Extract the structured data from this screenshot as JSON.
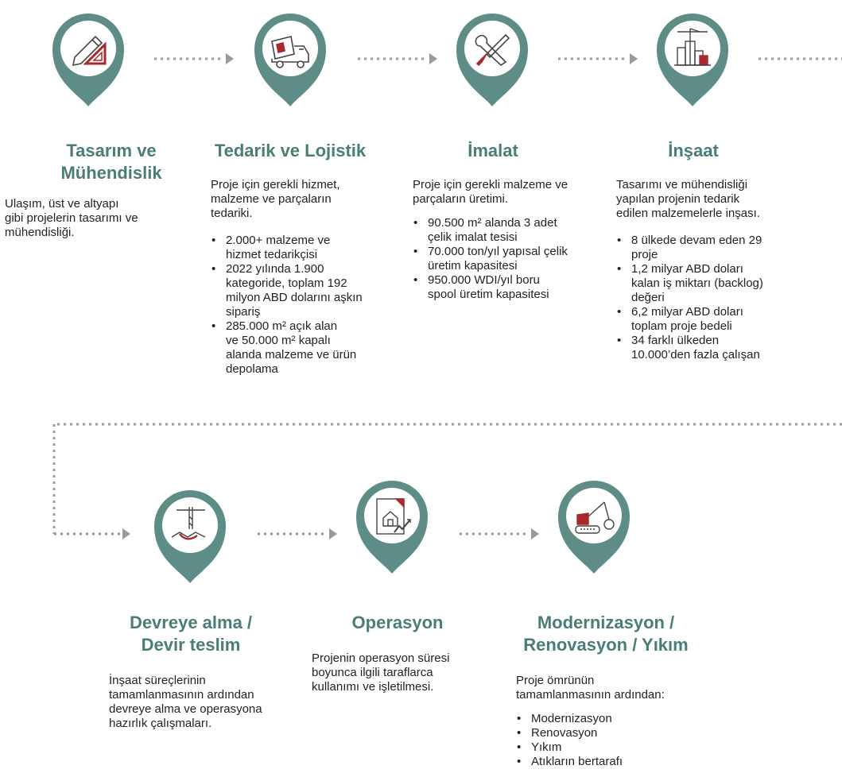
{
  "colors": {
    "teal": "#5e8c86",
    "title": "#4b7d77",
    "accent": "#a92a2c",
    "dots": "#9a9a9a"
  },
  "steps": [
    {
      "title_line1": "Tasarım ve",
      "title_line2": "Mühendislik",
      "icon": "drafting-tools-icon",
      "desc_lines": [
        "Ulaşım, üst ve altyapı",
        "gibi projelerin tasarımı ve",
        "mühendisliği."
      ],
      "bullets": []
    },
    {
      "title_line1": "Tedarik ve Lojistik",
      "title_line2": "",
      "icon": "concrete-mixer-icon",
      "desc_lines": [
        "Proje için gerekli hizmet,",
        "malzeme ve parçaların",
        "tedariki."
      ],
      "bullets": [
        [
          "2.000+ malzeme ve",
          "hizmet tedarikçisi"
        ],
        [
          "2022 yılında 1.900",
          "kategoride, toplam 192",
          "milyon ABD dolarını aşkın",
          "sipariş"
        ],
        [
          "285.000 m² açık alan",
          "ve 50.000 m² kapalı",
          "alanda malzeme ve ürün",
          "depolama"
        ]
      ]
    },
    {
      "title_line1": "İmalat",
      "title_line2": "",
      "icon": "wrench-screwdriver-icon",
      "desc_lines": [
        "Proje için gerekli malzeme ve",
        "parçaların üretimi."
      ],
      "bullets": [
        [
          "90.500 m² alanda 3 adet",
          "çelik imalat tesisi"
        ],
        [
          "70.000 ton/yıl yapısal çelik",
          "üretim kapasitesi"
        ],
        [
          "950.000 WDI/yıl boru",
          "spool üretim kapasitesi"
        ]
      ]
    },
    {
      "title_line1": "İnşaat",
      "title_line2": "",
      "icon": "city-crane-icon",
      "desc_lines": [
        "Tasarımı ve mühendisliği",
        "yapılan projenin tedarik",
        "edilen malzemelerle inşası."
      ],
      "bullets": [
        [
          "8 ülkede devam eden 29",
          "proje"
        ],
        [
          "1,2 milyar ABD doları",
          "kalan iş miktarı (backlog)",
          "değeri"
        ],
        [
          "6,2 milyar ABD doları",
          "toplam proje bedeli"
        ],
        [
          "34 farklı ülkeden",
          "10.000’den fazla çalışan"
        ]
      ]
    },
    {
      "title_line1": "Devreye alma /",
      "title_line2": "Devir teslim",
      "icon": "handshake-crane-icon",
      "desc_lines": [
        "İnşaat süreçlerinin",
        "tamamlanmasının ardından",
        "devreye alma ve operasyona",
        "hazırlık çalışmaları."
      ],
      "bullets": []
    },
    {
      "title_line1": "Operasyon",
      "title_line2": "",
      "icon": "house-chart-icon",
      "desc_lines": [
        "Projenin operasyon süresi",
        "boyunca ilgili taraflarca",
        "kullanımı ve işletilmesi."
      ],
      "bullets": []
    },
    {
      "title_line1": "Modernizasyon /",
      "title_line2": "Renovasyon / Yıkım",
      "icon": "excavator-wrecking-ball-icon",
      "desc_lines": [
        "Proje ömrünün",
        "tamamlanmasının ardından:"
      ],
      "bullets": [
        [
          "Modernizasyon"
        ],
        [
          "Renovasyon"
        ],
        [
          "Yıkım"
        ],
        [
          "Atıkların bertarafı"
        ]
      ]
    }
  ]
}
